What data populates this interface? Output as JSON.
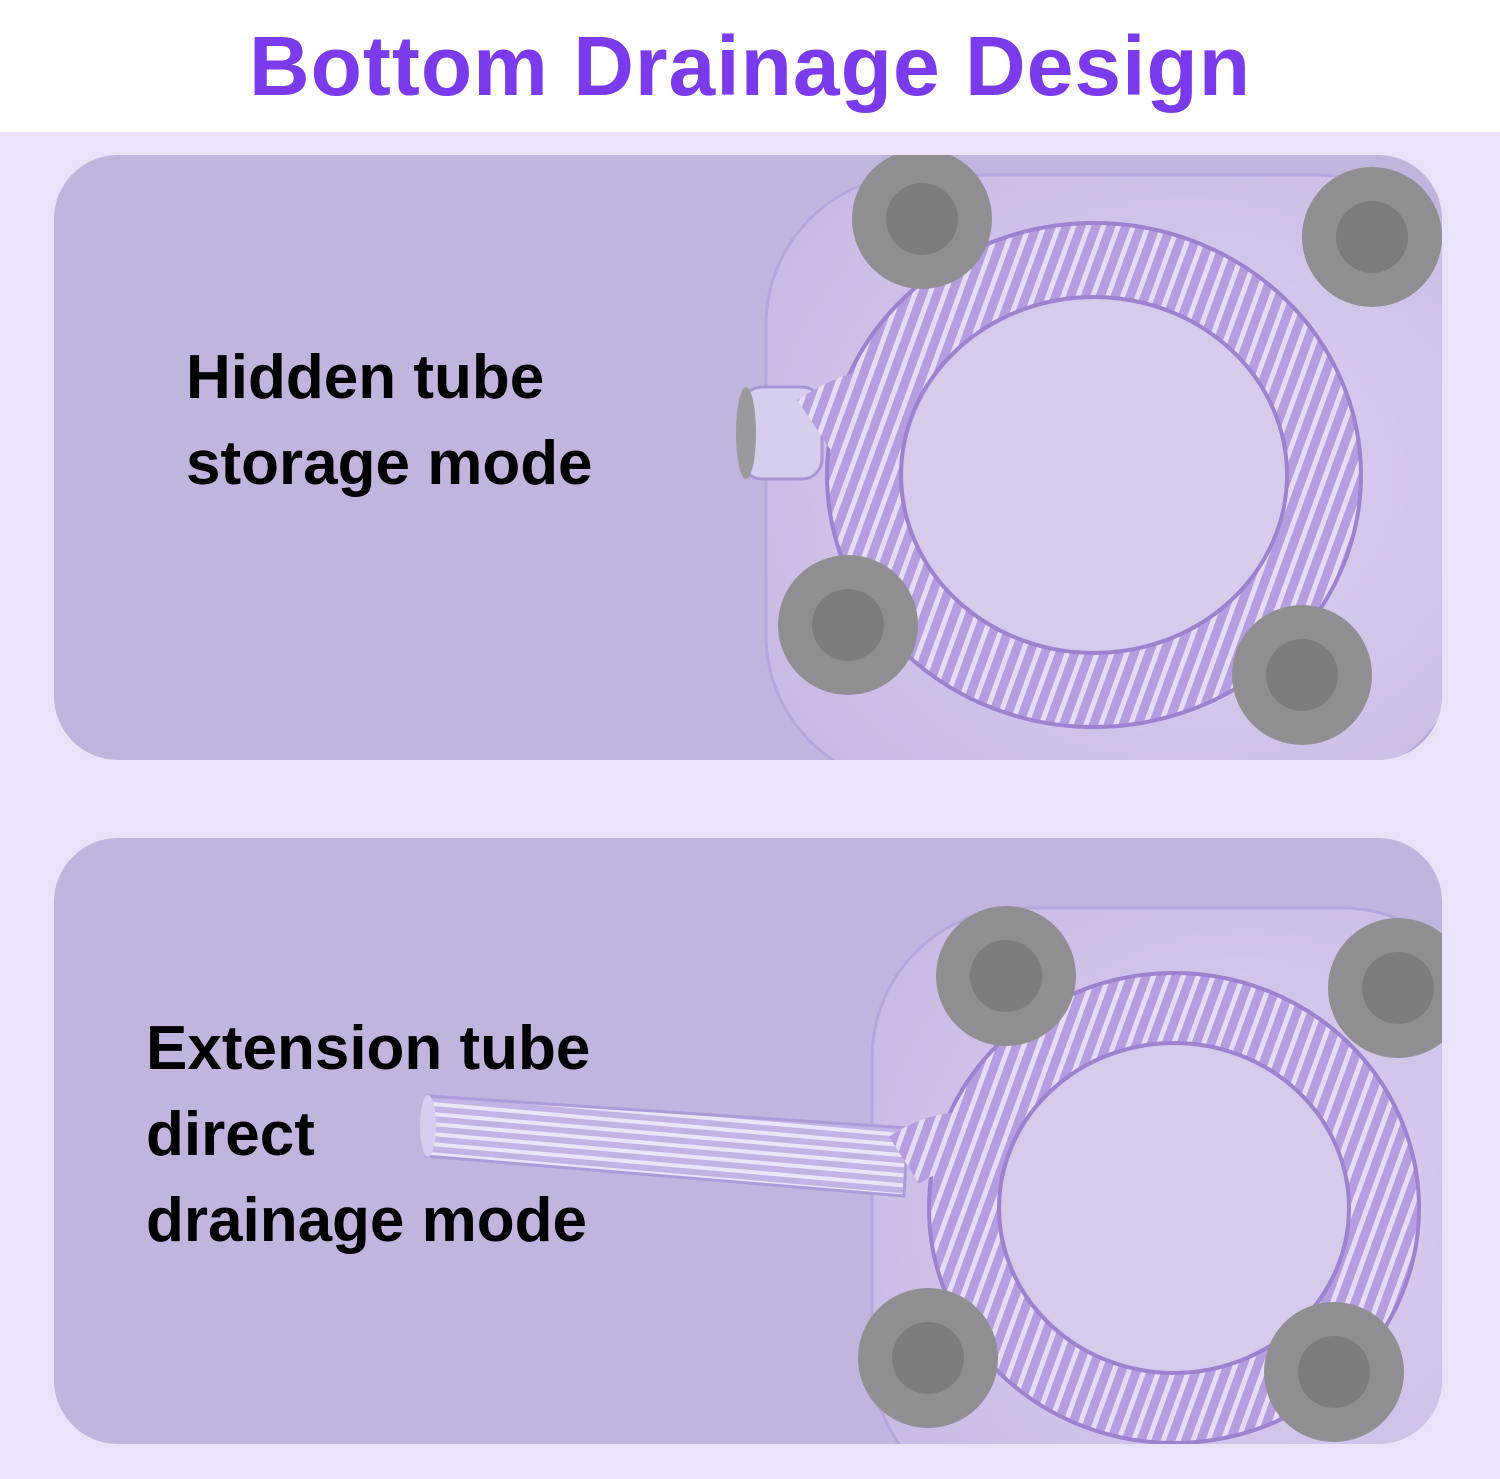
{
  "header": {
    "title": "Bottom Drainage Design"
  },
  "panels": [
    {
      "caption_lines": [
        "Hidden tube",
        "storage mode"
      ]
    },
    {
      "caption_lines": [
        "Extension tube",
        "direct",
        "drainage mode"
      ]
    }
  ],
  "colors": {
    "title": "#7c3aed",
    "band": "#ebe1f8",
    "panel": "#c1b4de",
    "base": "#d4c8ea",
    "tube": "#a98fd6",
    "foot": "#8f8f92"
  }
}
